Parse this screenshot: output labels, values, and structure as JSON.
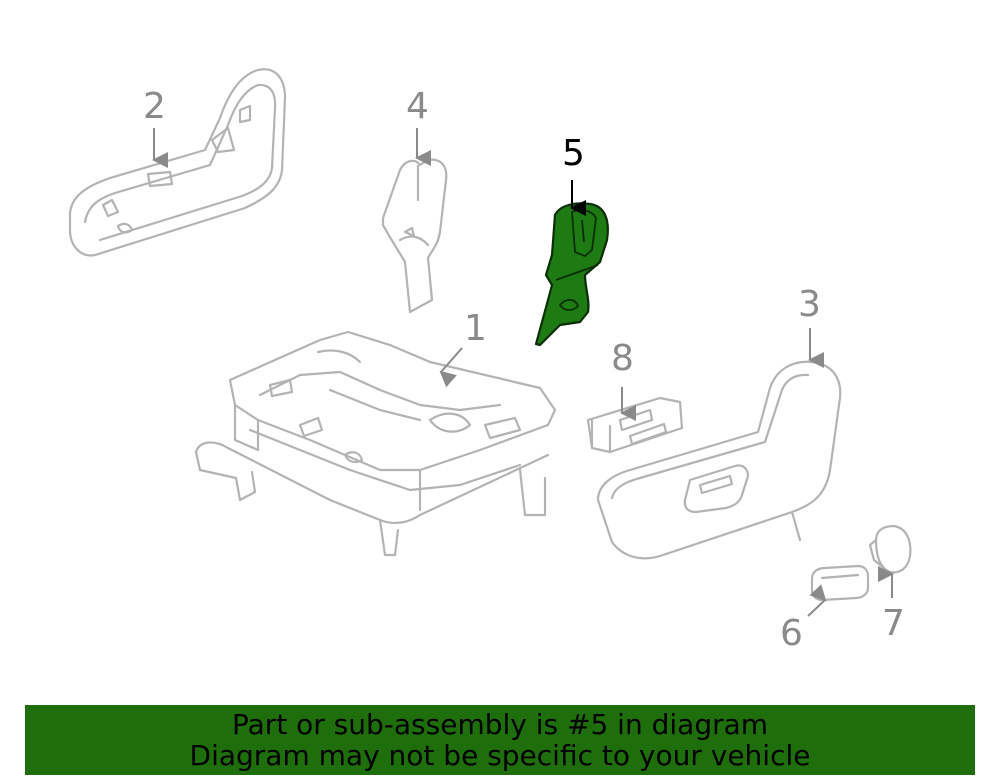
{
  "callouts": {
    "c1": "1",
    "c2": "2",
    "c3": "3",
    "c4": "4",
    "c5": "5",
    "c6": "6",
    "c7": "7",
    "c8": "8"
  },
  "highlighted_part": "5",
  "colors": {
    "highlight": "#1e7a12",
    "banner": "#1e6e0c",
    "linework": "#b3b3b3",
    "callout": "#8a8a8a"
  },
  "banner": {
    "line1": "Part or sub-assembly is #5 in diagram",
    "line2": "Diagram may not be specific to your vehicle"
  }
}
